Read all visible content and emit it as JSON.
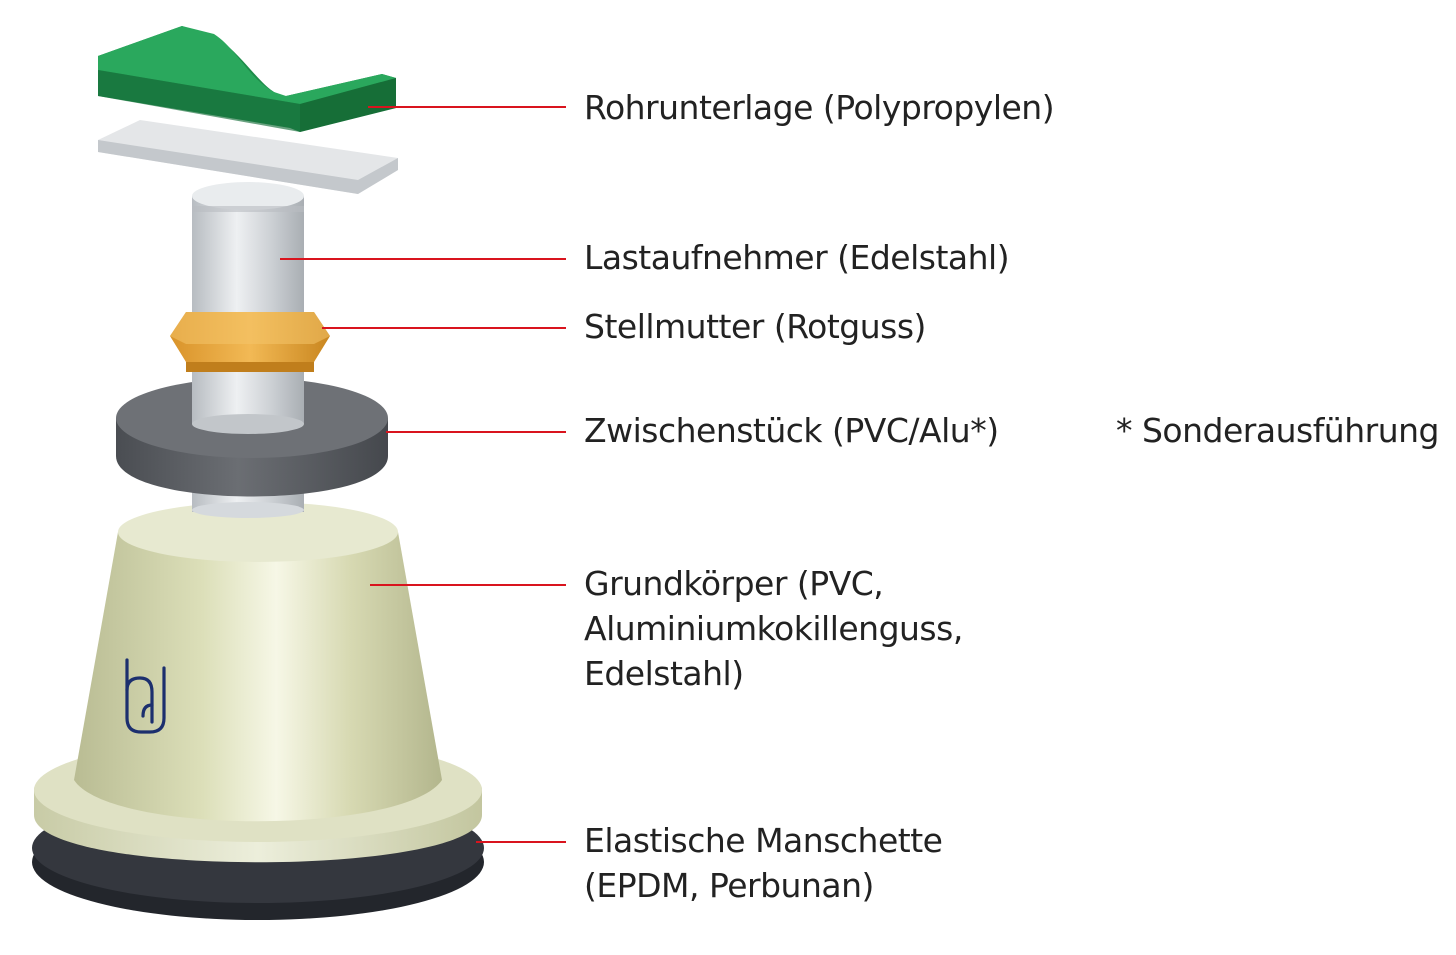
{
  "colors": {
    "leader": "#d9141e",
    "pipe_support": "#1e8c4a",
    "plate": "#dcdfe2",
    "load_bearer": "#c9cdd1",
    "nut": "#e9a93a",
    "spacer": "#54575c",
    "base_body": "#d9dcb8",
    "sleeve": "#2a2d33",
    "logo": "#1c2f6e"
  },
  "parts": [
    {
      "id": "rohrunterlage",
      "lines": [
        "Rohrunterlage (Polypropylen)"
      ]
    },
    {
      "id": "lastaufnehmer",
      "lines": [
        "Lastaufnehmer (Edelstahl)"
      ]
    },
    {
      "id": "stellmutter",
      "lines": [
        "Stellmutter (Rotguss)"
      ]
    },
    {
      "id": "zwischenstueck",
      "lines": [
        "Zwischenstück (PVC/Alu*)"
      ]
    },
    {
      "id": "grundkoerper",
      "lines": [
        "Grundkörper (PVC,",
        "Aluminiumkokillenguss,",
        "Edelstahl)"
      ]
    },
    {
      "id": "manschette",
      "lines": [
        "Elastische Manschette",
        "(EPDM, Perbunan)"
      ]
    }
  ],
  "footnote": "* Sonderausführung"
}
